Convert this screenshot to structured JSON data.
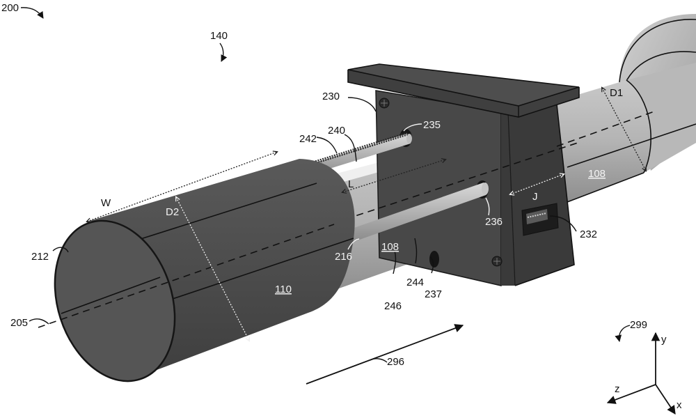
{
  "figure": {
    "title": "Patent figure: pipe coupling assembly with sliding outer sleeve and mounting bracket",
    "reference_numbers": {
      "figure": "200",
      "assembly": "140",
      "axis": "205",
      "sleeve_open_end": "212",
      "sleeve_inner_end": "216",
      "bracket": "230",
      "connector": "232",
      "upper_bore": "235",
      "middle_bore": "236",
      "lower_bore": "237",
      "upper_rod": "240",
      "threaded_portion": "242",
      "middle_rod": "244",
      "lower_rod": "246",
      "motion_arrow": "296",
      "coordinate_system": "299"
    },
    "part_labels": {
      "inner_pipe": "108",
      "inner_pipe_far": "108",
      "outer_sleeve": "110"
    },
    "dimensions": {
      "width": "W",
      "inner_diameter": "D1",
      "outer_diameter": "D2",
      "length": "L",
      "bracket_depth": "J"
    },
    "axes": {
      "x": "x",
      "y": "y",
      "z": "z"
    },
    "colors": {
      "sleeve": "#4a4a4a",
      "pipe": "#a9a9a9",
      "bracket": "#3a3a3a",
      "background": "#ffffff"
    }
  }
}
